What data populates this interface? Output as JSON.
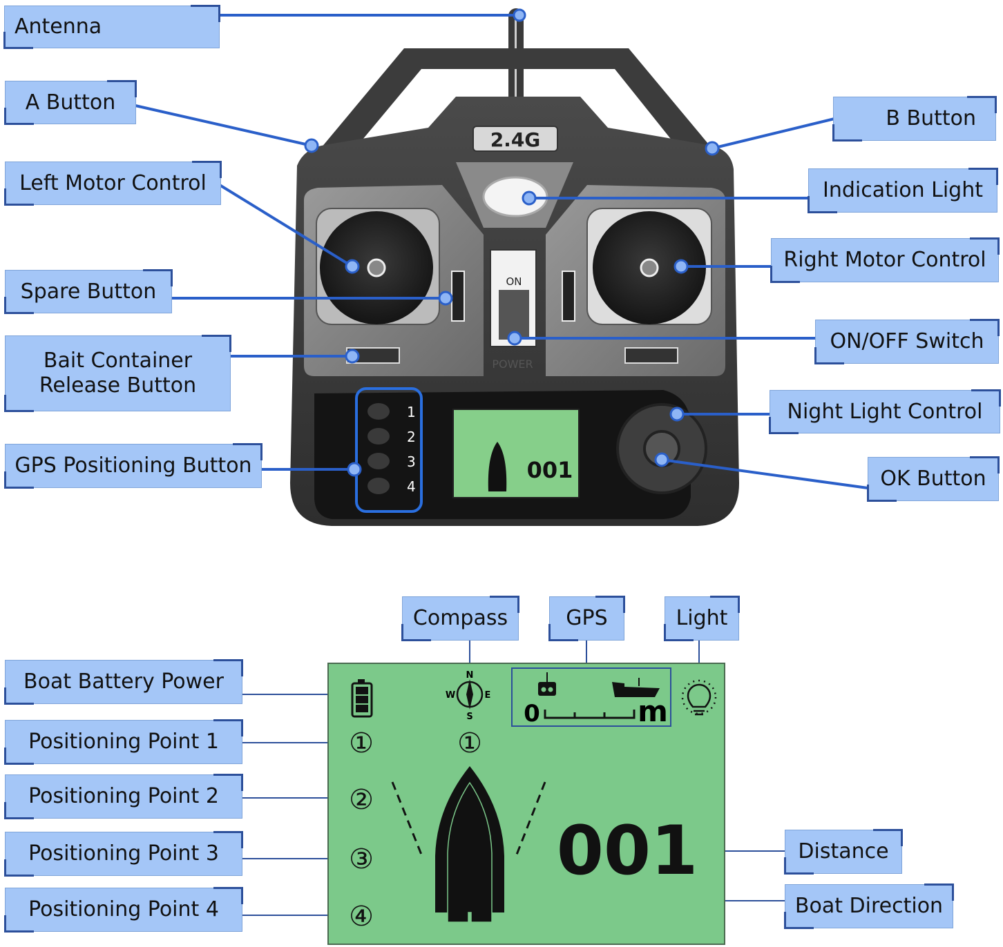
{
  "controller": {
    "band_label": "2.4G",
    "power_switch_state": "ON",
    "power_label": "POWER",
    "gps_button_numbers": [
      "1",
      "2",
      "3",
      "4"
    ],
    "mini_screen_distance": "001"
  },
  "callouts_top": {
    "antenna": "Antenna",
    "a_button": "A Button",
    "left_motor": "Left Motor Control",
    "spare_button": "Spare Button",
    "bait_release_line1": "Bait Container",
    "bait_release_line2": "Release Button",
    "gps_positioning": "GPS Positioning Button",
    "b_button": "B Button",
    "indication_light": "Indication Light",
    "right_motor": "Right Motor Control",
    "on_off_switch": "ON/OFF Switch",
    "night_light": "Night Light Control",
    "ok_button": "OK Button"
  },
  "callouts_bottom": {
    "compass": "Compass",
    "gps": "GPS",
    "light": "Light",
    "battery": "Boat Battery Power",
    "point1": "Positioning Point 1",
    "point2": "Positioning Point 2",
    "point3": "Positioning Point 3",
    "point4": "Positioning Point 4",
    "distance": "Distance",
    "boat_direction": "Boat Direction"
  },
  "lcd": {
    "distance_value": "001",
    "gps_scale_start": "0",
    "gps_scale_unit": "m",
    "compass_n": "N",
    "compass_s": "S",
    "compass_e": "E",
    "compass_w": "W",
    "point_markers": [
      "①",
      "②",
      "③",
      "④"
    ],
    "compass_point": "①"
  },
  "colors": {
    "callout_fill": "#a4c6f7",
    "leader_line": "#2a5fc9",
    "lcd_green": "#7cc98a"
  }
}
